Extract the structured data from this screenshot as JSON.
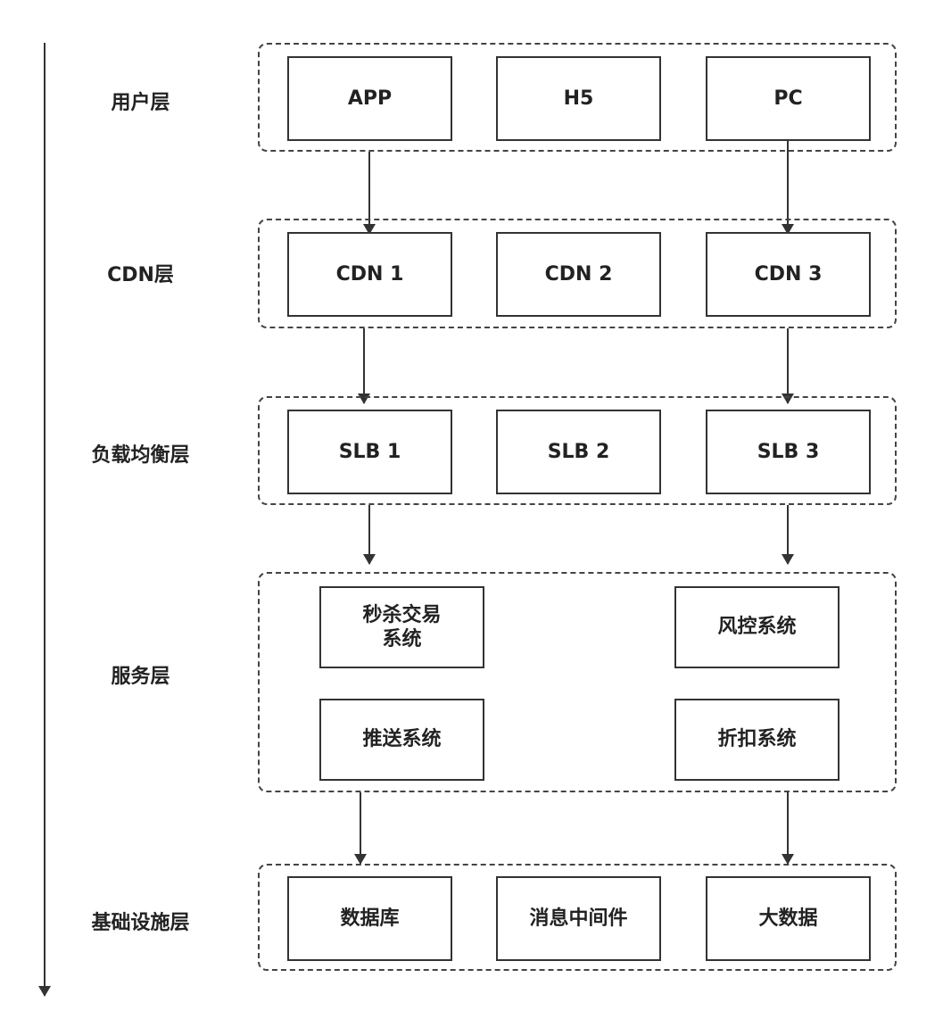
{
  "layers": [
    {
      "label": "用户层",
      "nodes": [
        "APP",
        "H5",
        "PC"
      ]
    },
    {
      "label": "CDN层",
      "nodes": [
        "CDN 1",
        "CDN 2",
        "CDN 3"
      ]
    },
    {
      "label": "负载均衡层",
      "nodes": [
        "SLB 1",
        "SLB 2",
        "SLB 3"
      ]
    },
    {
      "label": "服务层",
      "nodes": [
        "秒杀交易\n系统",
        "风控系统",
        "推送系统",
        "折扣系统"
      ]
    },
    {
      "label": "基础设施层",
      "nodes": [
        "数据库",
        "消息中间件",
        "大数据"
      ]
    }
  ],
  "colors": {
    "stroke": "#333333",
    "dash": "#444444",
    "background": "#ffffff"
  }
}
